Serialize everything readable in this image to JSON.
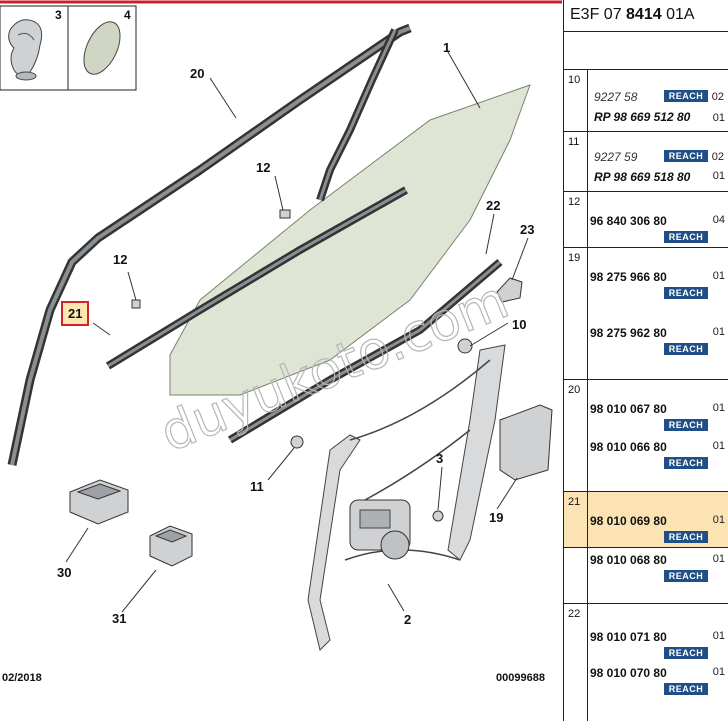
{
  "header": {
    "prefix": "E3F 07 ",
    "code": "8414",
    "suffix": " 01A"
  },
  "footer": {
    "date": "02/2018",
    "ref": "00099688"
  },
  "watermark": "duyukoto.com",
  "colors": {
    "highlight_border": "#d0232a",
    "highlight_fill": "#fde6b0",
    "reach_badge": "#1f4f86",
    "selected_row": "#fbe3b3"
  },
  "insets": [
    {
      "label": "3"
    },
    {
      "label": "4"
    }
  ],
  "callouts": [
    "1",
    "20",
    "12",
    "12",
    "22",
    "23",
    "21",
    "10",
    "11",
    "3",
    "19",
    "30",
    "31",
    "2"
  ],
  "reach_label": "REACH",
  "parts": [
    {
      "idx": "10",
      "alt": "9227 58",
      "alt_qty": "02",
      "pn": "RP 98 669 512 80",
      "qty": "01"
    },
    {
      "idx": "11",
      "alt": "9227 59",
      "alt_qty": "02",
      "pn": "RP 98 669 518 80",
      "qty": "01"
    },
    {
      "idx": "12",
      "pn": "96 840 306 80",
      "qty": "04"
    },
    {
      "idx": "19",
      "pn": "98 275 966 80",
      "qty": "01",
      "pn2": "98 275 962 80",
      "qty2": "01"
    },
    {
      "idx": "20",
      "pn": "98 010 067 80",
      "qty": "01",
      "pn2": "98 010 066 80",
      "qty2": "01"
    },
    {
      "idx": "21",
      "pn": "98 010 069 80",
      "qty": "01",
      "pn2": "98 010 068 80",
      "qty2": "01"
    },
    {
      "idx": "22",
      "pn": "98 010 071 80",
      "qty": "01",
      "pn2": "98 010 070 80",
      "qty2": "01"
    }
  ]
}
